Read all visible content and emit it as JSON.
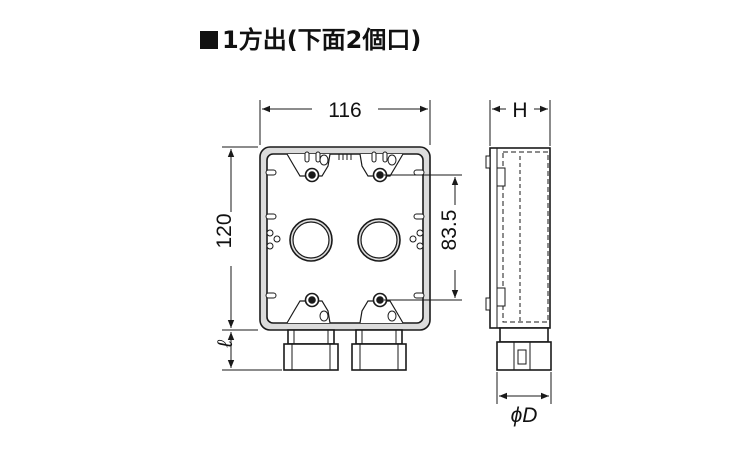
{
  "title": "1方出(下面2個口)",
  "dimensions": {
    "width": "116",
    "height": "120",
    "hole_pitch": "83.5",
    "depth": "H",
    "length": "ℓ",
    "diameter": "ϕD"
  },
  "colors": {
    "line": "#1a1a1a",
    "box_fill": "#dcdcdc",
    "inner_fill": "#ffffff",
    "connector_fill": "#ffffff"
  }
}
